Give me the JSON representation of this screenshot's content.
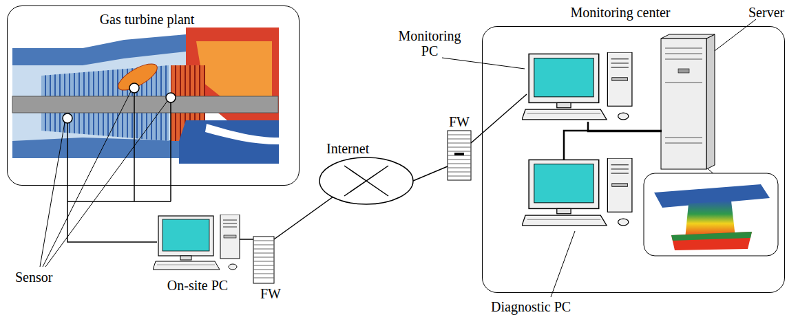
{
  "diagram": {
    "nodes": [
      {
        "text": [
          "Gas turbine plant"
        ]
      },
      {
        "text": [
          "Monitoring center"
        ]
      },
      {
        "text": [
          "On-site PC"
        ]
      },
      {
        "text": [
          "FW"
        ]
      },
      {
        "text": [
          "Internet"
        ]
      },
      {
        "text": [
          "FW"
        ]
      },
      {
        "text": [
          "Monitoring PC"
        ],
        "in": 1
      },
      {
        "text": [
          "Server"
        ],
        "in": 1
      },
      {
        "text": [
          "Diagnostic PC"
        ],
        "in": 1
      }
    ],
    "edges": [
      {
        "from": 0,
        "to": 2,
        "arrow": "none"
      },
      {
        "from": 2,
        "to": 3,
        "arrow": "none"
      },
      {
        "from": 3,
        "to": 4,
        "arrow": "none"
      },
      {
        "from": 4,
        "to": 5,
        "arrow": "none"
      },
      {
        "from": 5,
        "to": 6,
        "arrow": "none"
      },
      {
        "from": 6,
        "to": 7,
        "arrow": "none"
      },
      {
        "from": 8,
        "to": 7,
        "arrow": "none"
      }
    ],
    "labels": [
      "Sensor"
    ]
  }
}
